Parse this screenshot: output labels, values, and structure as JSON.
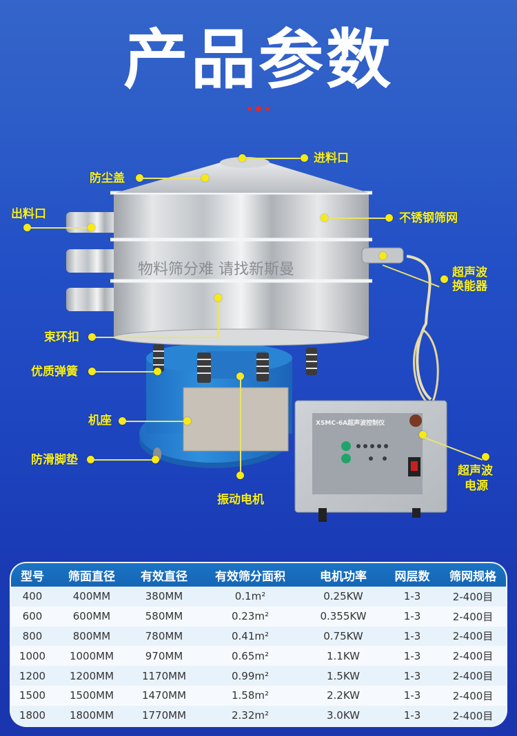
{
  "header": {
    "title": "产品参数",
    "decor_dots_color": "#e02a2a"
  },
  "machine": {
    "watermark": "物料筛分难  请找新斯曼",
    "controller_title": "XSMC-6A超声波控制仪",
    "labels": {
      "feed_inlet": "进料口",
      "dust_cover": "防尘盖",
      "discharge_outlet": "出料口",
      "stainless_mesh": "不锈钢筛网",
      "ultrasonic_transducer_line1": "超声波",
      "ultrasonic_transducer_line2": "换能器",
      "clamp_ring": "束环扣",
      "quality_spring": "优质弹簧",
      "base": "机座",
      "anti_slip_pad": "防滑脚垫",
      "vibration_motor": "振动电机",
      "ultrasonic_power_line1": "超声波",
      "ultrasonic_power_line2": "电源"
    },
    "colors": {
      "label_yellow": "#f8ef1c",
      "base_blue": "#2a84d4",
      "steel": "#c9ccd0"
    }
  },
  "table": {
    "headers": [
      "型号",
      "筛面直径",
      "有效直径",
      "有效筛分面积",
      "电机功率",
      "网层数",
      "筛网规格"
    ],
    "rows": [
      {
        "model": "400",
        "screen_dia": "400MM",
        "effective_dia": "380MM",
        "area": "0.1",
        "area_unit": "m²",
        "power": "0.25KW",
        "layers": "1-3",
        "mesh": "2-400目"
      },
      {
        "model": "600",
        "screen_dia": "600MM",
        "effective_dia": "580MM",
        "area": "0.23",
        "area_unit": "m²",
        "power": "0.355KW",
        "layers": "1-3",
        "mesh": "2-400目"
      },
      {
        "model": "800",
        "screen_dia": "800MM",
        "effective_dia": "780MM",
        "area": "0.41",
        "area_unit": "m²",
        "power": "0.75KW",
        "layers": "1-3",
        "mesh": "2-400目"
      },
      {
        "model": "1000",
        "screen_dia": "1000MM",
        "effective_dia": "970MM",
        "area": "0.65",
        "area_unit": "m²",
        "power": "1.1KW",
        "layers": "1-3",
        "mesh": "2-400目"
      },
      {
        "model": "1200",
        "screen_dia": "1200MM",
        "effective_dia": "1170MM",
        "area": "0.99",
        "area_unit": "m²",
        "power": "1.5KW",
        "layers": "1-3",
        "mesh": "2-400目"
      },
      {
        "model": "1500",
        "screen_dia": "1500MM",
        "effective_dia": "1470MM",
        "area": "1.58",
        "area_unit": "m²",
        "power": "2.2KW",
        "layers": "1-3",
        "mesh": "2-400目"
      },
      {
        "model": "1800",
        "screen_dia": "1800MM",
        "effective_dia": "1770MM",
        "area": "2.32",
        "area_unit": "m²",
        "power": "3.0KW",
        "layers": "1-3",
        "mesh": "2-400目"
      }
    ],
    "header_color": "#1b73c4"
  }
}
